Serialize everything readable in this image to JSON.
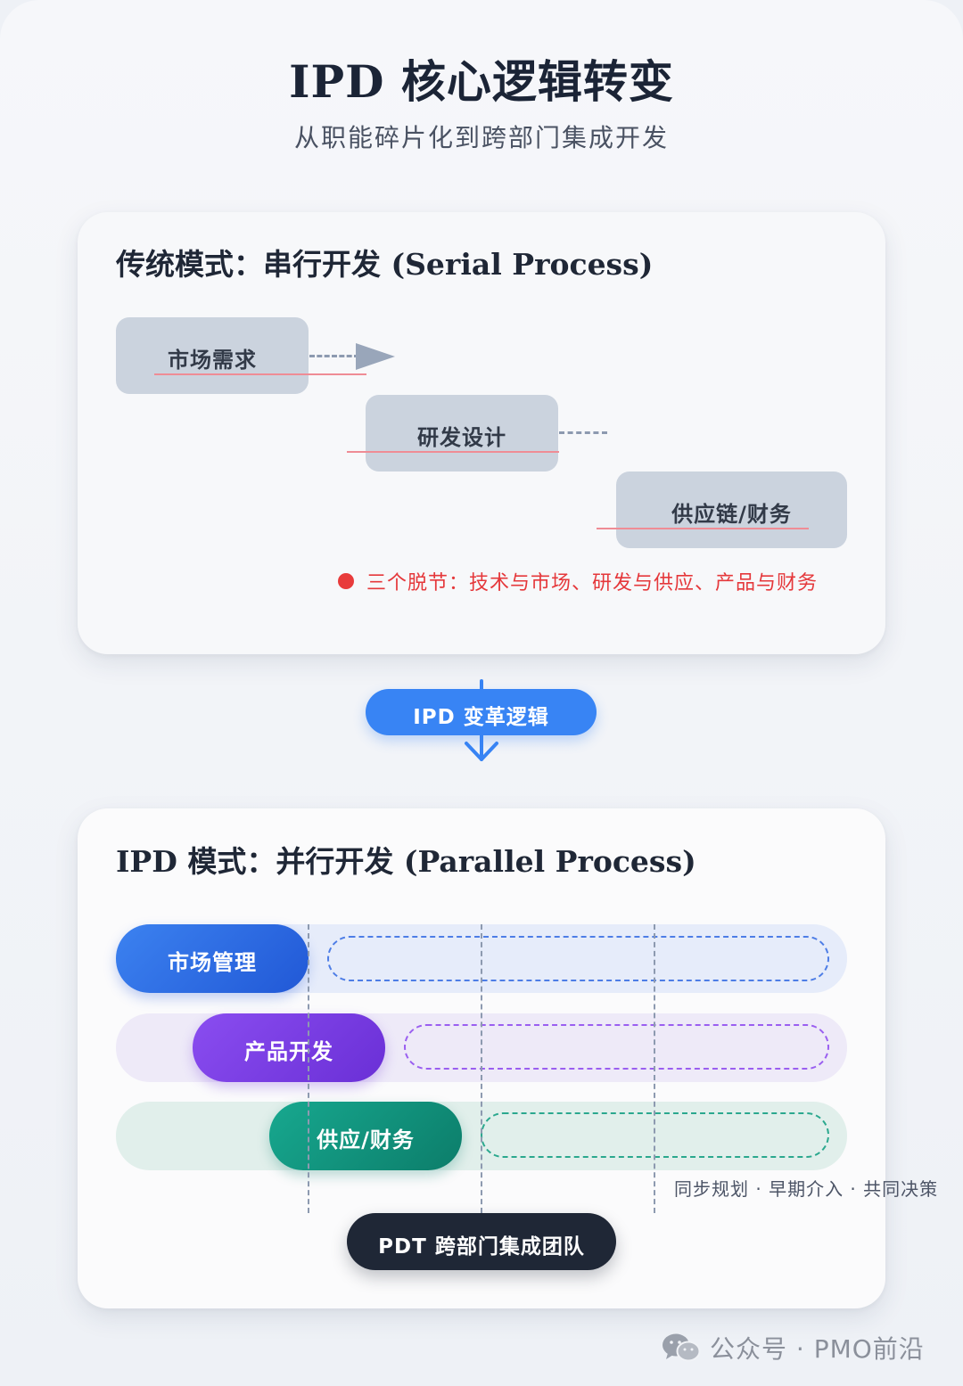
{
  "header": {
    "title": "IPD 核心逻辑转变",
    "subtitle": "从职能碎片化到跨部门集成开发"
  },
  "serial": {
    "title": "传统模式：串行开发 (Serial Process)",
    "steps": [
      "市场需求",
      "研发设计",
      "供应链/财务"
    ],
    "note": "三个脱节：技术与市场、研发与供应、产品与财务"
  },
  "transition": {
    "label": "IPD 变革逻辑"
  },
  "parallel": {
    "title": "IPD 模式：并行开发 (Parallel Process)",
    "lanes": [
      "市场管理",
      "产品开发",
      "供应/财务"
    ],
    "sync_text": "同步规划 · 早期介入 · 共同决策",
    "team_label": "PDT 跨部门集成团队"
  },
  "watermark": {
    "icon": "wechat-icon",
    "text": "公众号 · PMO前沿"
  },
  "colors": {
    "accent_blue": "#3884f4",
    "alert_red": "#e5383b",
    "market_blue": "#2158d6",
    "product_purple": "#6a2fd6",
    "supply_green": "#0c7d6a",
    "team_dark": "#1f2736"
  }
}
